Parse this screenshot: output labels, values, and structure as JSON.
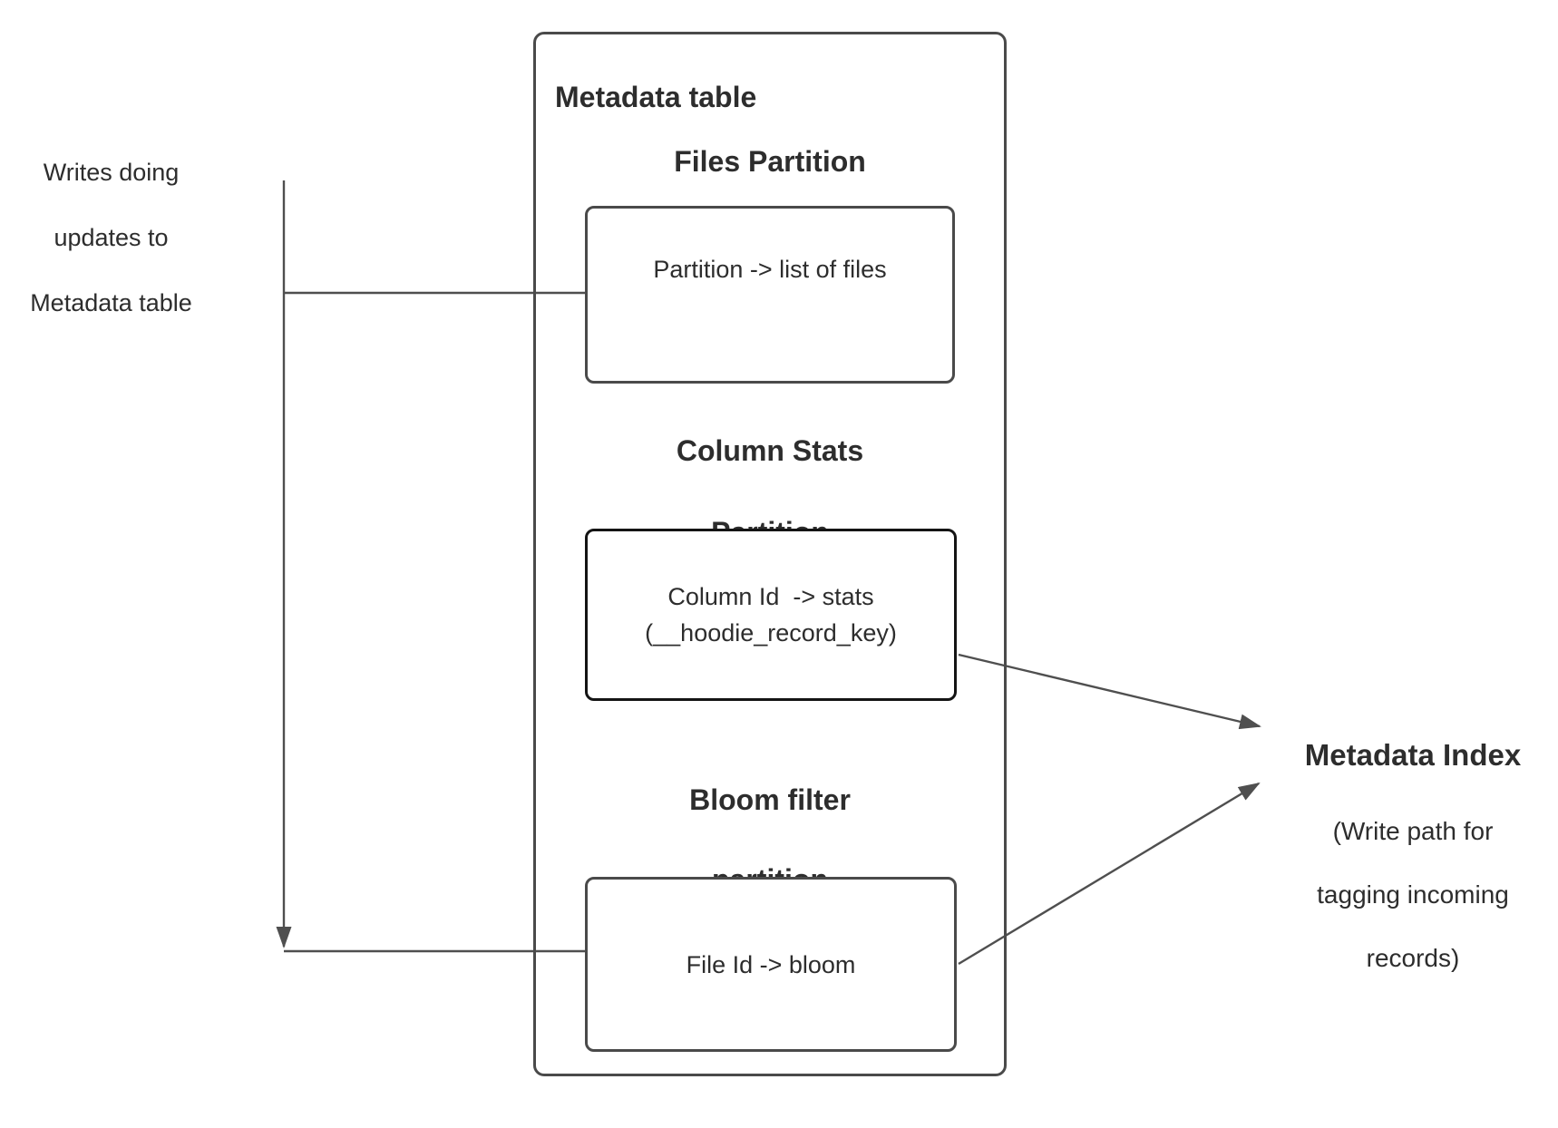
{
  "metadata_table": {
    "title": "Metadata table",
    "files": {
      "heading": "Files Partition",
      "label": "Partition -> list of files"
    },
    "column_stats": {
      "heading_line1": "Column Stats",
      "heading_line2": "Partition",
      "label_line1": "Column Id  -> stats",
      "label_line2": "(__hoodie_record_key)"
    },
    "bloom": {
      "heading_line1": "Bloom filter",
      "heading_line2": "partition",
      "label": "File Id -> bloom"
    }
  },
  "writes_note": {
    "line1": "Writes doing",
    "line2": "updates to",
    "line3": "Metadata table"
  },
  "metadata_index": {
    "heading": "Metadata Index",
    "subtitle_line1": "(Write path for",
    "subtitle_line2": "tagging incoming",
    "subtitle_line3": "records)"
  },
  "colors": {
    "background": "#ffffff",
    "text": "#2d2d2d",
    "line": "#4f4f4f",
    "box_border": "#4a4a4a",
    "stats_box_border": "#141414"
  }
}
